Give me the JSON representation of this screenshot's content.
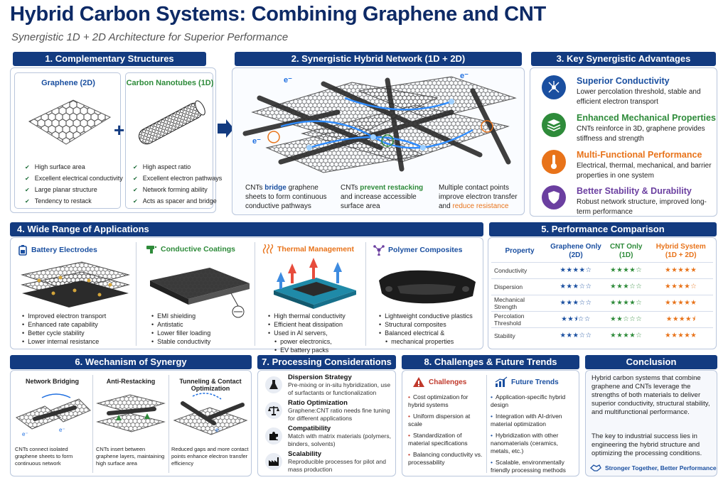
{
  "title": "Hybrid Carbon Systems: Combining Graphene and CNT",
  "subtitle": "Synergistic 1D + 2D Architecture for Superior Performance",
  "colors": {
    "navy": "#133b80",
    "blue": "#1a4fa0",
    "green": "#2e8b3a",
    "orange": "#e8731a",
    "purple": "#6b3fa0",
    "red": "#c0392b"
  },
  "s1": {
    "header": "1. Complementary Structures",
    "graphene": {
      "title": "Graphene (2D)",
      "items": [
        "High surface area",
        "Excellent electrical conductivity",
        "Large planar structure",
        "Tendency to restack"
      ]
    },
    "cnt": {
      "title": "Carbon Nanotubes (1D)",
      "items": [
        "High aspect ratio",
        "Excellent electron pathways",
        "Network forming ability",
        "Acts as spacer and bridge"
      ]
    },
    "plus": "+"
  },
  "s2": {
    "header": "2. Synergistic Hybrid Network (1D + 2D)",
    "electron": "e⁻",
    "c1": {
      "a": "CNTs ",
      "hl": "bridge",
      "b": " graphene sheets to form continuous conductive pathways"
    },
    "c2": {
      "a": "CNTs ",
      "hl": "prevent restacking",
      "b": " and increase accessible surface area"
    },
    "c3": {
      "a": "Multiple contact points improve electron transfer and ",
      "hl": "reduce resistance"
    }
  },
  "s3": {
    "header": "3. Key Synergistic Advantages",
    "items": [
      {
        "title": "Superior Conductivity",
        "desc": "Lower percolation threshold, stable and efficient electron transport",
        "icon": "network-icon"
      },
      {
        "title": "Enhanced Mechanical Properties",
        "desc": "CNTs reinforce in 3D, graphene provides stiffness and strength",
        "icon": "layers-icon"
      },
      {
        "title": "Multi-Functional Performance",
        "desc": "Electrical, thermal, mechanical, and barrier properties in one system",
        "icon": "thermometer-icon"
      },
      {
        "title": "Better Stability & Durability",
        "desc": "Robust network structure, improved long-term performance",
        "icon": "shield-icon"
      }
    ]
  },
  "s4": {
    "header": "4. Wide Range of Applications",
    "apps": [
      {
        "title": "Battery Electrodes",
        "items": [
          "Improved electron transport",
          "Enhanced rate capability",
          "Better cycle stability",
          "Lower internal resistance"
        ]
      },
      {
        "title": "Conductive Coatings",
        "items": [
          "EMI shielding",
          "Antistatic",
          "Lower filler loading",
          "Stable conductivity"
        ]
      },
      {
        "title": "Thermal Management",
        "items": [
          "High thermal conductivity",
          "Efficient heat dissipation",
          "Used in AI servers,",
          "power electronics,",
          "EV battery packs"
        ]
      },
      {
        "title": "Polymer Composites",
        "items": [
          "Lightweight conductive plastics",
          "Structural composites",
          "Balanced electrical &",
          "mechanical properties"
        ]
      }
    ]
  },
  "s5": {
    "header": "5. Performance Comparison",
    "columns": [
      "Property",
      "Graphene Only (2D)",
      "CNT Only (1D)",
      "Hybrid System (1D + 2D)"
    ],
    "rows": [
      {
        "property": "Conductivity",
        "g": 4,
        "c": 4,
        "h": 5
      },
      {
        "property": "Dispersion",
        "g": 3,
        "c": 3,
        "h": 4
      },
      {
        "property": "Mechanical Strength",
        "g": 3,
        "c": 4,
        "h": 5
      },
      {
        "property": "Percolation Threshold",
        "g": 2.5,
        "c": 2,
        "h": 4.5
      },
      {
        "property": "Stability",
        "g": 3,
        "c": 4,
        "h": 5
      }
    ]
  },
  "s6": {
    "header": "6. Wechanism of Synergy",
    "cols": [
      {
        "title": "Network Bridging",
        "desc": "CNTs connect isolated graphene sheets to form continuous network"
      },
      {
        "title": "Anti-Restacking",
        "desc": "CNTs insert between graphene layers, maintaining high surface area"
      },
      {
        "title": "Tunneling & Contact Optimization",
        "desc": "Reduced gaps and more contact points enhance electron transfer efficiency"
      }
    ]
  },
  "s7": {
    "header": "7. Processing Considerations",
    "items": [
      {
        "title": "Dispersion Strategy",
        "desc": "Pre-mixing or in-situ hybridization, use of surfactants or functionalization"
      },
      {
        "title": "Ratio Optimization",
        "desc": "Graphene:CNT ratio needs fine tuning for different applications"
      },
      {
        "title": "Compatibility",
        "desc": "Match with matrix materials (polymers, binders, solvents)"
      },
      {
        "title": "Scalability",
        "desc": "Reproducible processes for pilot and mass production"
      }
    ]
  },
  "s8": {
    "header": "8. Challenges & Future Trends",
    "challenges": {
      "title": "Challenges",
      "items": [
        "Cost optimization for hybrid systems",
        "Uniform dispersion at scale",
        "Standardization of material specifications",
        "Balancing conductivity vs. processability"
      ]
    },
    "trends": {
      "title": "Future Trends",
      "items": [
        "Application-specific hybrid design",
        "Integration with AI-driven material optimization",
        "Hybridization with other nanomaterials (ceramics, metals, etc.)",
        "Scalable, environmentally friendly processing methods"
      ]
    }
  },
  "conclusion": {
    "header": "Conclusion",
    "p1": "Hybrid carbon systems that combine graphene and CNTs leverage the strengths of both materials to deliver superior conductivity, structural stability, and multifunctional performance.",
    "p2": "The key to industrial success lies in engineering the hybrid structure and optimizing the processing conditions.",
    "tagline": "Stronger Together, Better Performance"
  }
}
